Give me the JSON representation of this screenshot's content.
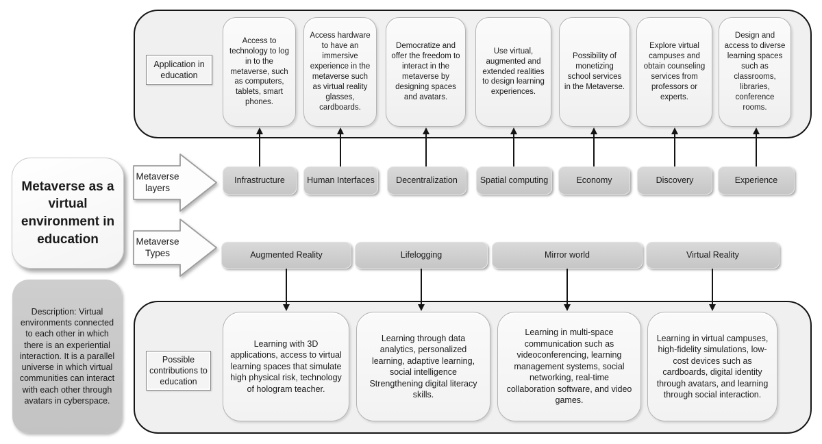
{
  "diagram": {
    "title": "Metaverse as a virtual environment in education",
    "description": "Description: Virtual environments connected to each other in which there is an experiential interaction. It is a parallel universe in which virtual communities can interact with each other through avatars in cyberspace.",
    "layers_arrow_label": "Metaverse layers",
    "types_arrow_label": "Metaverse Types",
    "application_section": {
      "label": "Application in education",
      "items": [
        "Access to technology to log in to the metaverse, such as computers, tablets, smart phones.",
        "Access hardware to have an immersive experience in the metaverse such as virtual reality glasses, cardboards.",
        "Democratize and offer the freedom to interact in the metaverse by designing spaces and avatars.",
        "Use virtual, augmented and extended realities to design learning experiences.",
        "Possibility of monetizing school services in the Metaverse.",
        "Explore virtual campuses and obtain counseling services from professors or experts.",
        "Design and access to diverse learning spaces such as classrooms, libraries, conference rooms."
      ]
    },
    "layers": [
      "Infrastructure",
      "Human Interfaces",
      "Decentralization",
      "Spatial computing",
      "Economy",
      "Discovery",
      "Experience"
    ],
    "types": [
      "Augmented Reality",
      "Lifelogging",
      "Mirror world",
      "Virtual Reality"
    ],
    "contribution_section": {
      "label": "Possible contributions to education",
      "items": [
        "Learning with 3D applications, access to virtual learning spaces that simulate high physical risk, technology of hologram teacher.",
        "Learning through data analytics, personalized learning, adaptive learning, social intelligence Strengthening digital literacy skills.",
        "Learning in multi-space communication such as videoconferencing, learning management systems, social networking, real-time collaboration software, and video games.",
        "Learning in virtual campuses, high-fidelity simulations, low-cost devices such as cardboards, digital identity through avatars, and learning through social interaction."
      ]
    },
    "colors": {
      "background": "#ffffff",
      "container_fill": "#f0f0f0",
      "container_border": "#141414",
      "light_box_fill": "#f6f6f6",
      "gray_box_fill": "#cccccc",
      "text": "#1a1a1a"
    }
  }
}
